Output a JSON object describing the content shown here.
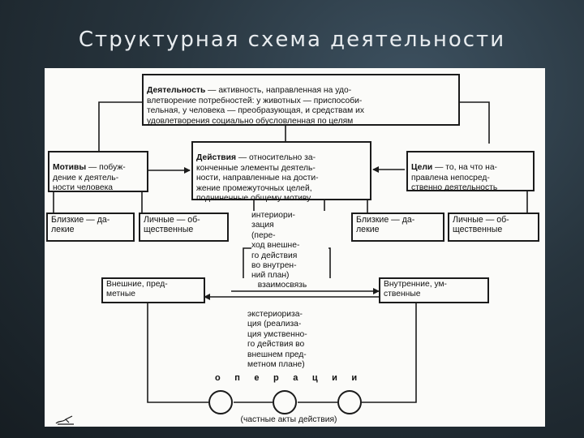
{
  "slide": {
    "title": "Структурная схема деятельности"
  },
  "diagram": {
    "activity": {
      "term": "Деятельность",
      "text": " — активность, направленная на удо-\nвлетворение потребностей: у животных — приспособи-\nтельная, у человека — преобразующая, и средствам их\nудовлетворения социально обусловленная по целям"
    },
    "motives": {
      "term": "Мотивы",
      "text": " — побуж-\nдение к деятель-\nности человека"
    },
    "actions": {
      "term": "Действия",
      "text": " — относительно за-\nконченные элементы деятель-\nности, направленные на дости-\nжение промежуточных целей,\nподчиненные общему мотиву"
    },
    "goals": {
      "term": "Цели",
      "text": " — то, на что на-\nправлена непосред-\nственно деятельность"
    },
    "motives_near_far": "Близкие — да-\nлекие",
    "motives_personal_social": "Личные — об-\nщественные",
    "goals_near_far": "Близкие — да-\nлекие",
    "goals_personal_social": "Личные — об-\nщественные",
    "interiorization": "интериори-\nзация\n(пере-\nход внешне-\nго действия\nво внутрен-\nний план)",
    "external": "Внешние, пред-\nметные",
    "interconnection": "взаимосвязь",
    "internal": "Внутренние, ум-\nственные",
    "exteriorization": "экстериориза-\nция (реализа-\nция умственно-\nго действия во\nвнешнем пред-\nметном плане)",
    "operations": "операции",
    "operations_note": "(частные акты действия)"
  },
  "colors": {
    "background": "#27343d",
    "title": "#e8ecef",
    "ink": "#1b1b1b",
    "paper": "#fbfbf9"
  }
}
